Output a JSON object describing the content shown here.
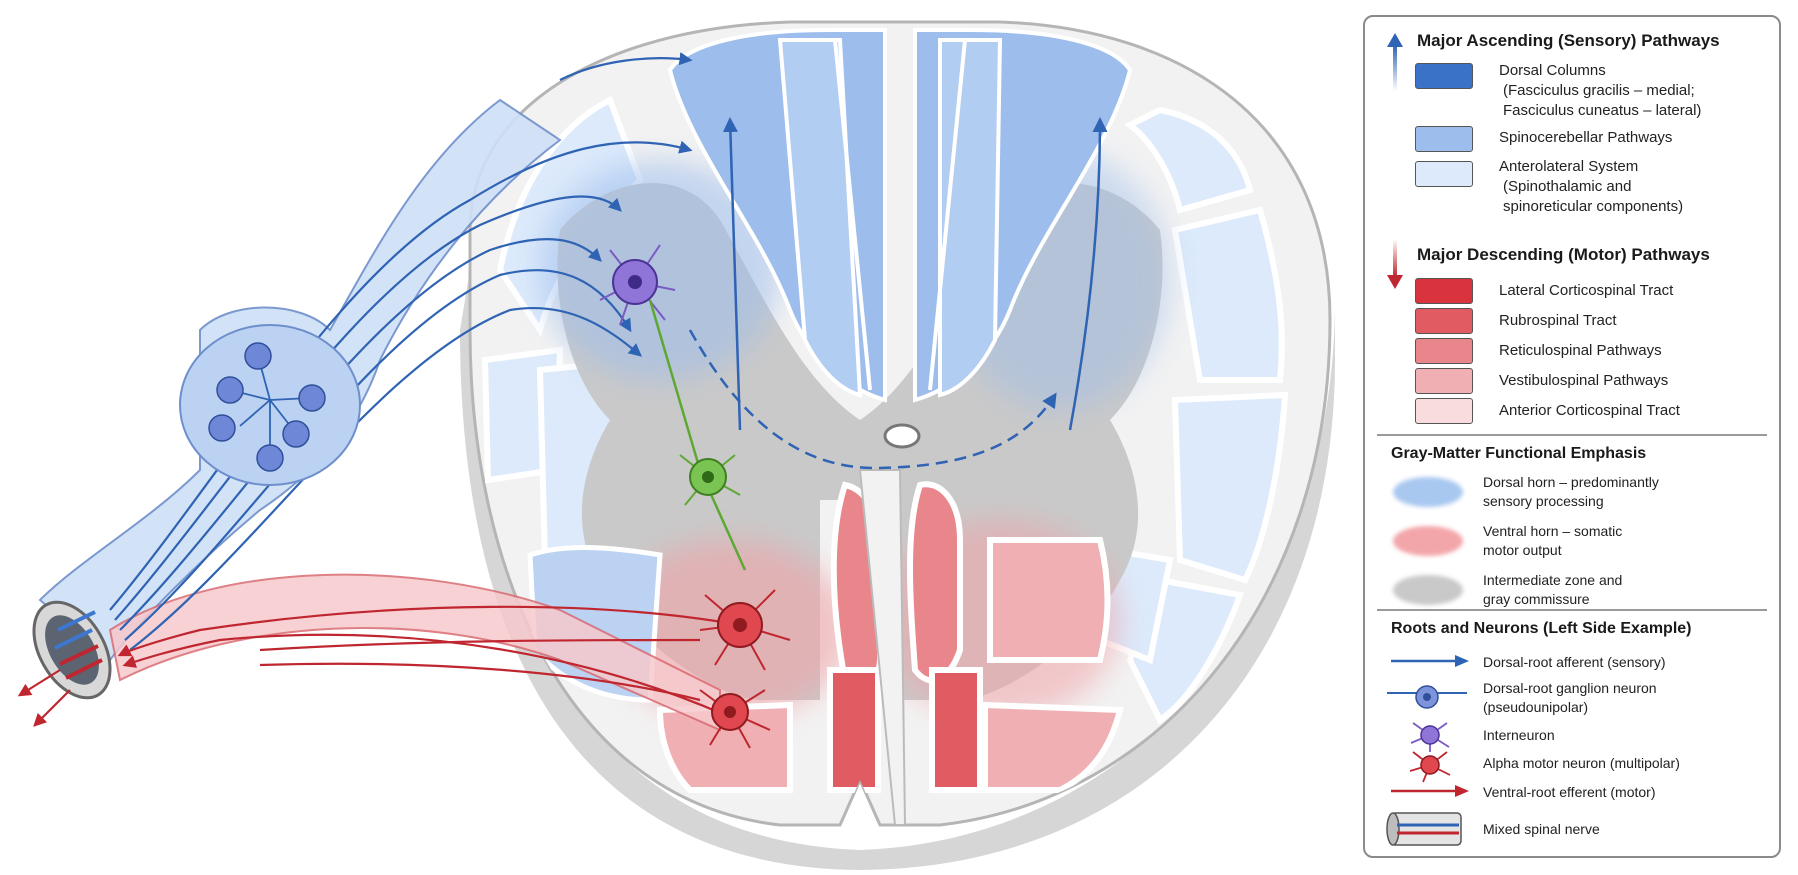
{
  "colors": {
    "blue_dark": "#3a72c8",
    "blue_mid": "#9dbdec",
    "blue_light": "#dceafb",
    "gray_matter": "#c9c9c9",
    "red_1": "#d9343d",
    "red_2": "#e05b62",
    "red_3": "#e8868b",
    "red_4": "#f0b0b3",
    "red_5": "#f9dcdd",
    "afferent": "#2f63b3",
    "efferent": "#c0262f",
    "interneuron": "#7a5bc4",
    "green_neuron": "#5da832"
  },
  "legend": {
    "ascending": {
      "title": "Major Ascending (Sensory) Pathways",
      "dorsal_columns": [
        "Dorsal Columns",
        "(Fasciculus gracilis – medial;",
        "Fasciculus cuneatus – lateral)"
      ],
      "spinocerebellar": "Spinocerebellar Pathways",
      "anterolateral": [
        "Anterolateral System",
        "(Spinothalamic and",
        "spinoreticular components)"
      ]
    },
    "descending": {
      "title": "Major Descending (Motor) Pathways",
      "items": [
        "Lateral Corticospinal Tract",
        "Rubrospinal Tract",
        "Reticulospinal Pathways",
        "Vestibulospinal Pathways",
        "Anterior Corticospinal Tract"
      ]
    },
    "gray": {
      "title": "Gray-Matter Functional Emphasis",
      "dorsal": [
        "Dorsal horn – predominantly",
        "sensory processing"
      ],
      "ventral": [
        "Ventral horn – somatic",
        "motor output"
      ],
      "intermediate": [
        "Intermediate zone and",
        "gray commissure"
      ]
    },
    "roots": {
      "title": "Roots and Neurons (Left Side Example)",
      "afferent": "Dorsal-root afferent (sensory)",
      "ganglion": [
        "Dorsal-root ganglion neuron",
        "(pseudounipolar)"
      ],
      "interneuron": "Interneuron",
      "motor_neuron": "Alpha motor neuron (multipolar)",
      "efferent": "Ventral-root efferent (motor)",
      "mixed": "Mixed spinal nerve"
    }
  }
}
